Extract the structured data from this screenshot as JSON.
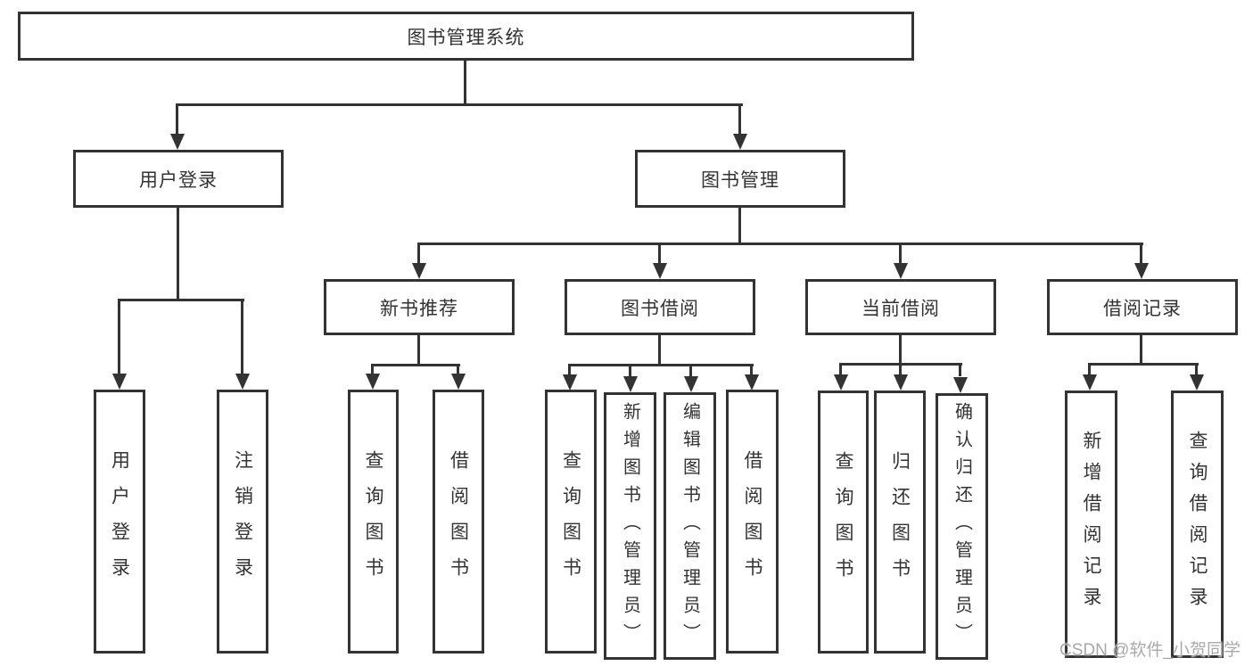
{
  "diagram_type": "hierarchy-tree",
  "colors": {
    "line": "#333333",
    "text": "#333333",
    "background": "#ffffff",
    "watermark": "#a9a9a9"
  },
  "watermark": "CSDN @软件_小贺同学",
  "tree": {
    "label": "图书管理系统",
    "children": [
      {
        "label": "用户登录",
        "children": [
          {
            "label": "用户登录"
          },
          {
            "label": "注销登录"
          }
        ]
      },
      {
        "label": "图书管理",
        "children": [
          {
            "label": "新书推荐",
            "children": [
              {
                "label": "查询图书"
              },
              {
                "label": "借阅图书"
              }
            ]
          },
          {
            "label": "图书借阅",
            "children": [
              {
                "label": "查询图书"
              },
              {
                "label": "新增图书（管理员）"
              },
              {
                "label": "编辑图书（管理员）"
              },
              {
                "label": "借阅图书"
              }
            ]
          },
          {
            "label": "当前借阅",
            "children": [
              {
                "label": "查询图书"
              },
              {
                "label": "归还图书"
              },
              {
                "label": "确认归还（管理员）"
              }
            ]
          },
          {
            "label": "借阅记录",
            "children": [
              {
                "label": "新增借阅记录"
              },
              {
                "label": "查询借阅记录"
              }
            ]
          }
        ]
      }
    ]
  }
}
